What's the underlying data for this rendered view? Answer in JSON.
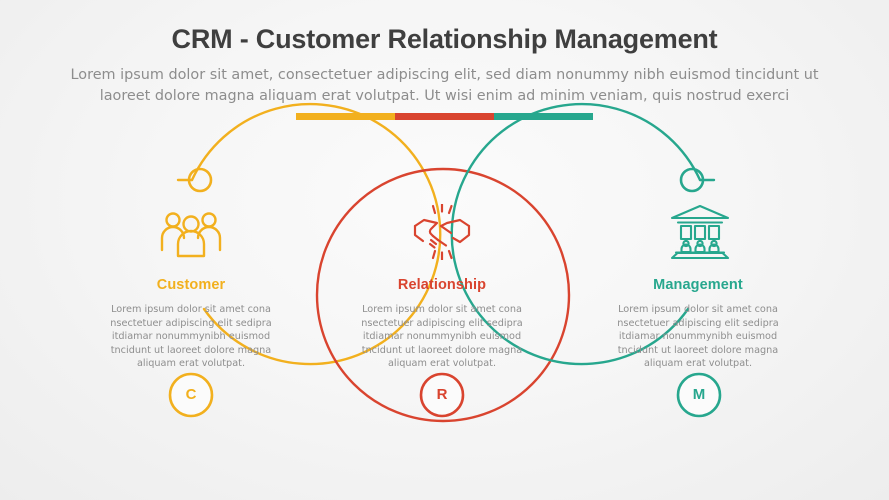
{
  "header": {
    "title": "CRM - Customer Relationship Management",
    "subtitle": "Lorem ipsum dolor sit amet, consectetuer adipiscing elit, sed diam nonummy nibh euismod tincidunt ut laoreet dolore magna aliquam erat volutpat. Ut wisi enim ad minim veniam, quis nostrud exerci"
  },
  "colors": {
    "yellow": "#F2B01E",
    "red": "#D9442F",
    "teal": "#27A78E",
    "title_text": "#3f3f3f",
    "body_text": "#8e8e8e",
    "background": "#f1f1f1"
  },
  "divider": {
    "segments": [
      "#F2B01E",
      "#D9442F",
      "#27A78E"
    ]
  },
  "sections": [
    {
      "key": "customer",
      "heading": "Customer",
      "body": "Lorem ipsum dolor sit amet cona nsectetuer adipiscing elit sedipra itdiamar nonummynibh euismod tncidunt ut laoreet dolore magna aliquam erat volutpat.",
      "badge": "C",
      "icon": "people-group-icon",
      "color": "#F2B01E",
      "has_node_dot": true
    },
    {
      "key": "relationship",
      "heading": "Relationship",
      "body": "Lorem ipsum dolor sit amet cona nsectetuer adipiscing elit sedipra itdiamar nonummynibh euismod tncidunt ut laoreet dolore magna aliquam erat volutpat.",
      "badge": "R",
      "icon": "handshake-icon",
      "color": "#D9442F",
      "has_node_dot": false
    },
    {
      "key": "management",
      "heading": "Management",
      "body": "Lorem ipsum dolor sit amet cona nsectetuer adipiscing elit sedipra itdiamar nonummynibh euismod tncidunt ut laoreet dolore magna aliquam erat volutpat.",
      "badge": "M",
      "icon": "bank-building-icon",
      "color": "#27A78E",
      "has_node_dot": true
    }
  ]
}
